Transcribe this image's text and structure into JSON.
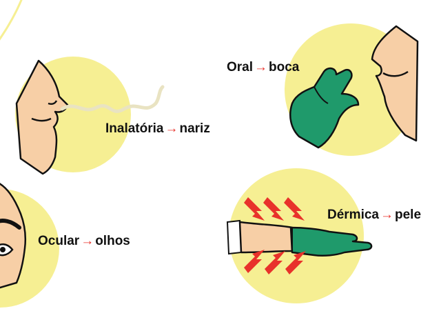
{
  "routes": [
    {
      "key": "inalatoria",
      "term": "Inalatória",
      "arrow": "→",
      "target": "nariz"
    },
    {
      "key": "oral",
      "term": "Oral",
      "arrow": "→",
      "target": "boca"
    },
    {
      "key": "ocular",
      "term": "Ocular",
      "arrow": "→",
      "target": "olhos"
    },
    {
      "key": "dermica",
      "term": "Dérmica",
      "arrow": "→",
      "target": "pele"
    }
  ],
  "colors": {
    "circle_fill": "#f6ef93",
    "skin": "#f7cfa6",
    "glove": "#1f9a6b",
    "arrow": "#e8322b",
    "outline": "#111111"
  }
}
